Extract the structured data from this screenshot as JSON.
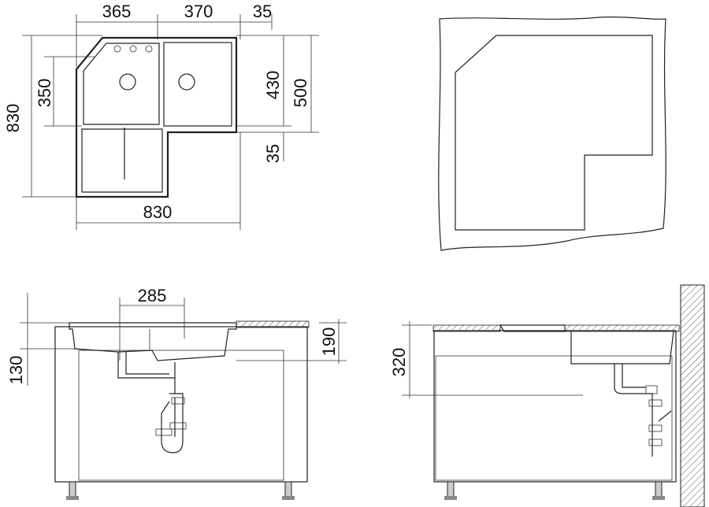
{
  "diagram": {
    "plan_view": {
      "width_left_bowl": "365",
      "width_right_bowl": "370",
      "width_edge": "35",
      "total_depth": "830",
      "left_bowl_depth": "350",
      "right_bowl_depth": "430",
      "right_depth_total": "500",
      "right_edge": "35",
      "total_width": "830"
    },
    "front_elevation": {
      "drain_spacing": "285",
      "bowl_depth_left": "130",
      "bowl_depth_right": "190"
    },
    "side_elevation": {
      "drain_height": "320"
    },
    "colors": {
      "line": "#222222",
      "hatch": "#555555",
      "background": "#ffffff"
    }
  }
}
